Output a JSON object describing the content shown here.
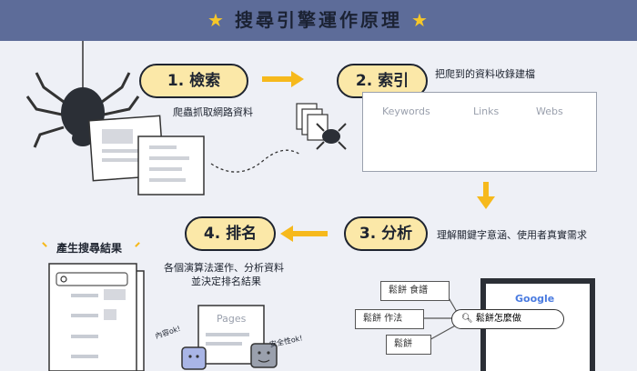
{
  "banner": {
    "title": "搜尋引擎運作原理"
  },
  "steps": {
    "step1": "1. 檢索",
    "step2": "2. 索引",
    "step3": "3. 分析",
    "step4": "4. 排名"
  },
  "notes": {
    "crawl": "爬蟲抓取網路資料",
    "index": "把爬到的資料收錄建檔",
    "analyze": "理解關鍵字意涵、使用者真實需求",
    "rank_line1": "各個演算法運作、分析資料",
    "rank_line2": "並決定排名結果"
  },
  "index_panel": {
    "columns": [
      "Keywords",
      "Links",
      "Webs"
    ]
  },
  "results": {
    "label": "產生搜尋結果"
  },
  "pages_card": {
    "title": "Pages",
    "tag_content": "內容ok!",
    "tag_safety": "安全性ok!"
  },
  "google": {
    "logo": "Google",
    "query": "鬆餅怎麼做"
  },
  "keyword_boxes": [
    "鬆餅 食譜",
    "鬆餅 作法",
    "鬆餅"
  ],
  "colors": {
    "banner": "#5d6c99",
    "pill": "#fbe8a8",
    "arrow": "#f6b91c",
    "star": "#f6c729"
  }
}
